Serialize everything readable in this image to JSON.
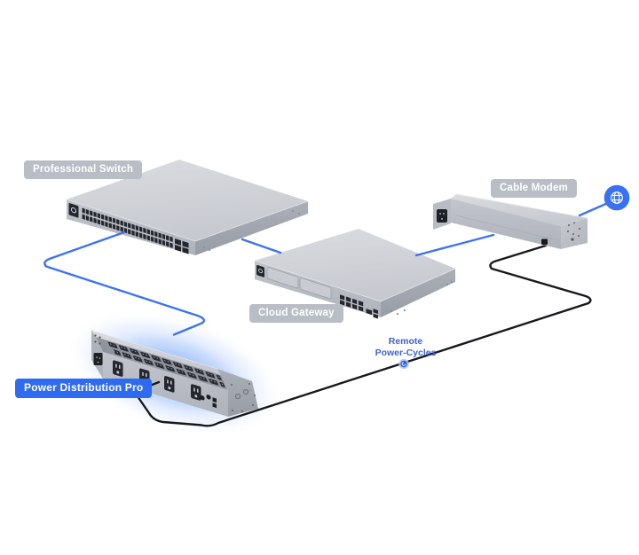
{
  "devices": [
    {
      "id": "professional-switch",
      "label": "Professional Switch",
      "highlighted": false
    },
    {
      "id": "cable-modem",
      "label": "Cable Modem",
      "highlighted": false
    },
    {
      "id": "cloud-gateway",
      "label": "Cloud Gateway",
      "highlighted": false
    },
    {
      "id": "power-distribution-pro",
      "label": "Power Distribution Pro",
      "highlighted": true
    }
  ],
  "annotations": {
    "remote_power_cycles": "Remote\nPower-Cycles"
  },
  "icons": {
    "internet": "globe-icon",
    "remote_indicator": "power-cycle-dot-icon"
  },
  "connections": [
    {
      "from": "professional-switch",
      "to": "power-distribution-pro",
      "type": "network-cable-blue"
    },
    {
      "from": "professional-switch",
      "to": "cloud-gateway",
      "type": "network-cable-blue"
    },
    {
      "from": "cloud-gateway",
      "to": "cable-modem",
      "type": "network-cable-blue"
    },
    {
      "from": "cable-modem",
      "to": "internet-globe",
      "type": "network-cable-blue"
    },
    {
      "from": "cable-modem",
      "to": "power-distribution-pro",
      "type": "power-cable-black",
      "annotation": "Remote Power-Cycles"
    }
  ],
  "colors": {
    "select_blue": "#2e6bf0",
    "cable_blue": "#3d73f0",
    "cable_black": "#17191d",
    "label_grey": "#b9bdc5",
    "remote_blue": "#3c64cd",
    "globe_blue": "#3a70f2",
    "glow_blue": "#98bbf9"
  }
}
